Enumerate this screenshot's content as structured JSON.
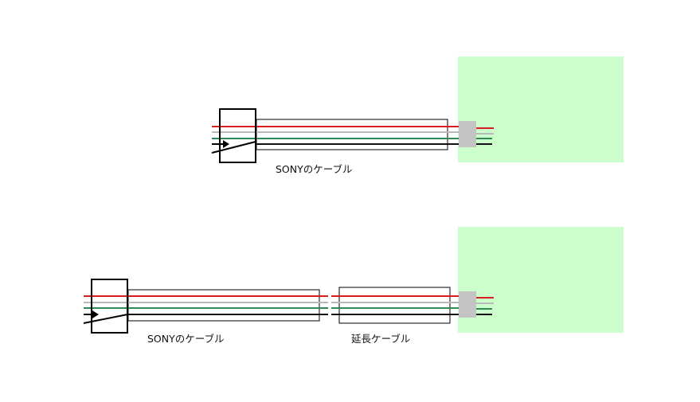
{
  "labels": {
    "top_cable": "SONYのケーブル",
    "bottom_cable": "SONYのケーブル",
    "extension_cable": "延長ケーブル"
  },
  "wire_colors": {
    "red": "#d81e1e",
    "gray": "#b9b9b9",
    "green": "#2e8b57",
    "black": "#111111"
  },
  "colors": {
    "board": "#ccffcc",
    "connector": "#c4c4c4",
    "outline": "#000000"
  }
}
